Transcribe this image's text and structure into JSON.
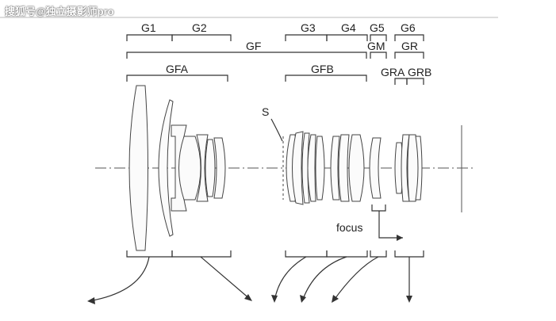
{
  "watermark": "搜狐号@独立摄影师pro",
  "labels": {
    "g1": "G1",
    "g2": "G2",
    "gf": "GF",
    "gfa": "GFA",
    "g3": "G3",
    "g4": "G4",
    "gfb": "GFB",
    "g5": "G5",
    "gm": "GM",
    "g6": "G6",
    "gr": "GR",
    "gra": "GRA",
    "grb": "GRB",
    "stop": "S",
    "focus": "focus"
  },
  "colors": {
    "line": "#333333",
    "axis": "#555555",
    "background": "#ffffff"
  }
}
